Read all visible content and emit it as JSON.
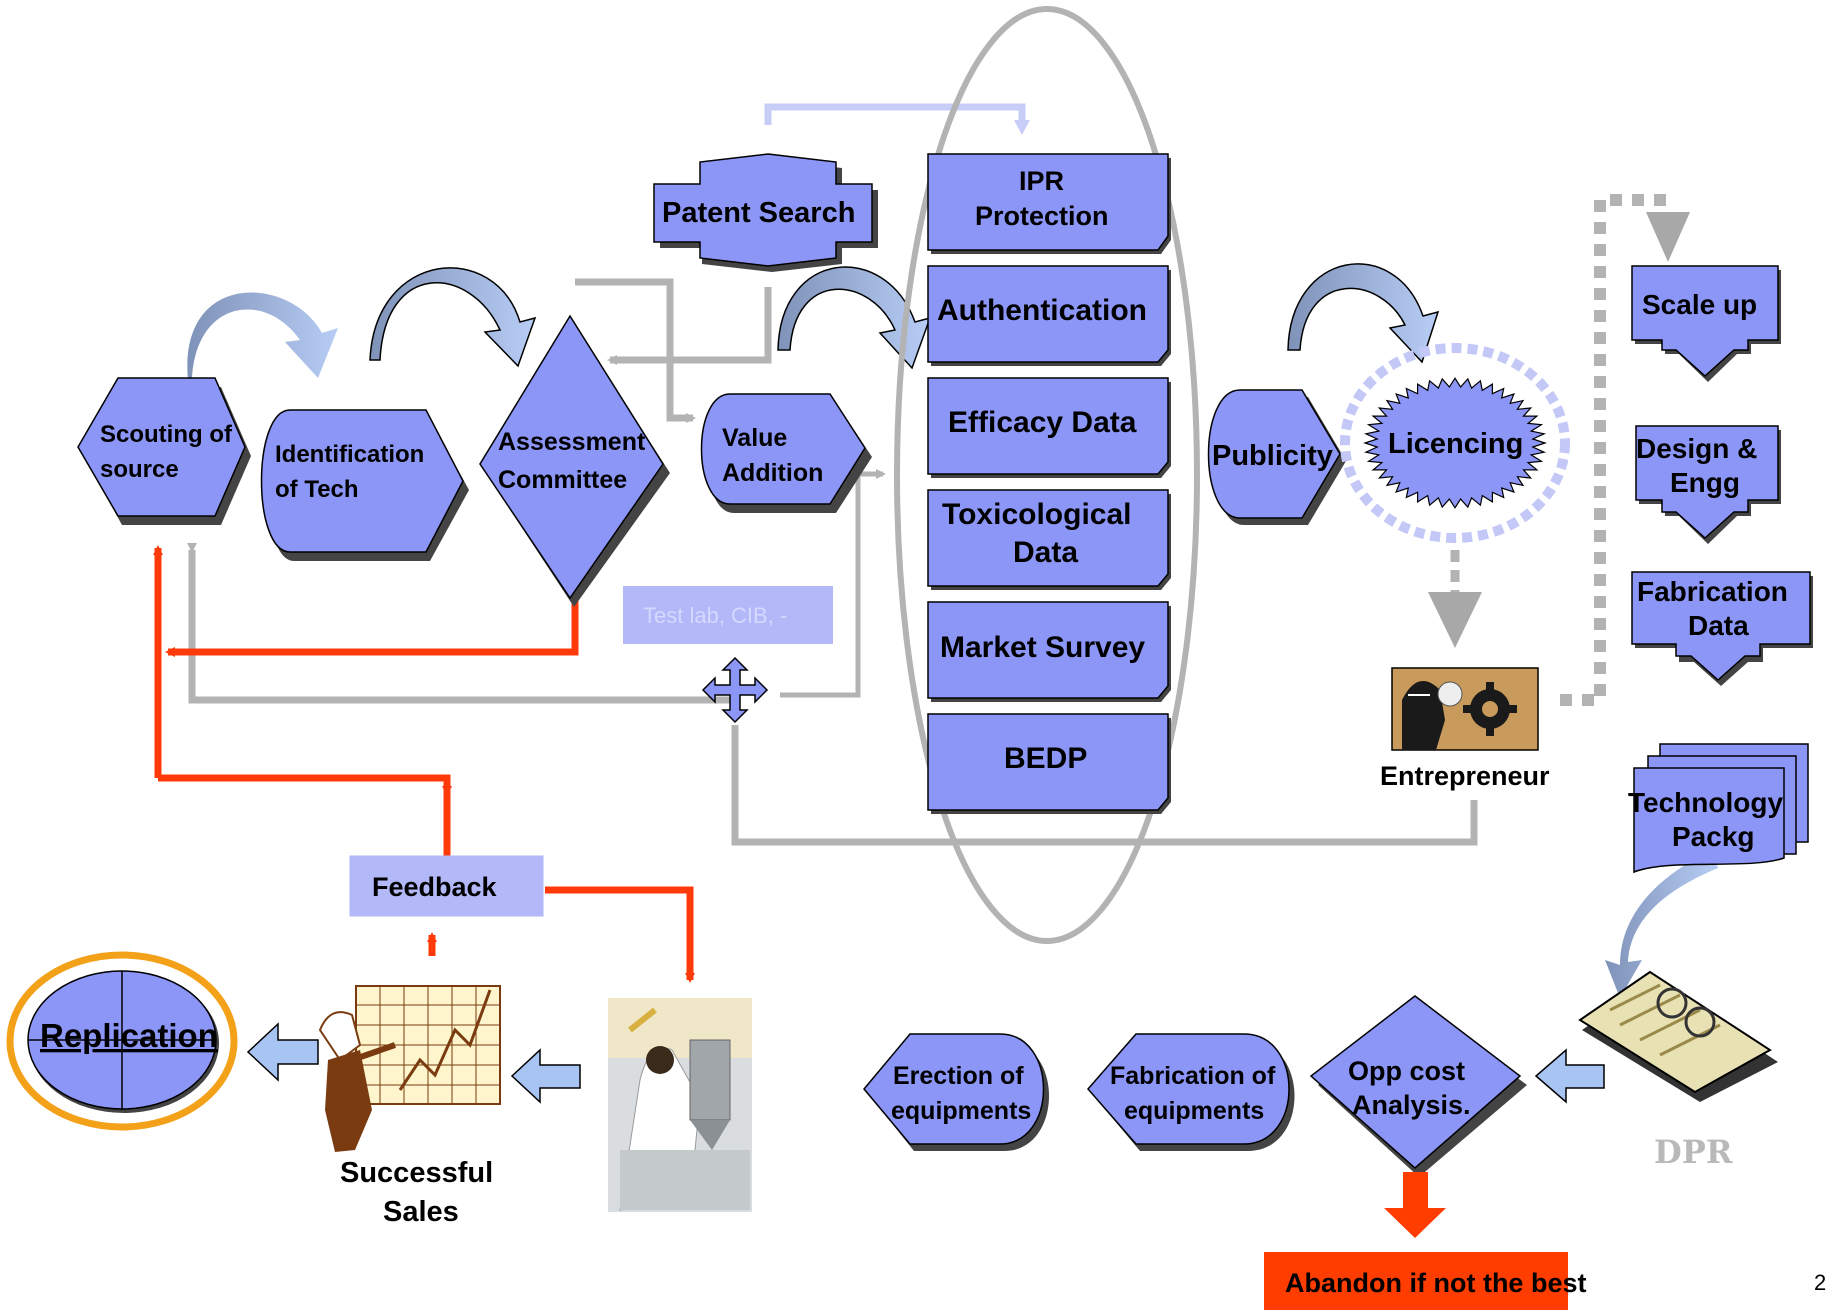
{
  "colors": {
    "shape_fill": "#8c96f7",
    "shape_stroke": "#000000",
    "shadow": "#444444",
    "flow_gray": "#b3b3b3",
    "feedback_red": "#ff3a0a",
    "light_arrow": "#a8c4f2",
    "replication_ring": "#f4a11a",
    "test_lab_fill": "#b2b8f8",
    "test_lab_text": "#d5d8ff",
    "dpr_text": "#b9b9b9",
    "abandon_fill": "#ff3d00"
  },
  "nodes": {
    "scouting": [
      "Scouting of",
      "source"
    ],
    "identification": [
      "Identification",
      "of Tech"
    ],
    "assessment": [
      "Assessment",
      "Committee"
    ],
    "patent_search": "Patent Search",
    "value_addition": [
      "Value",
      "Addition"
    ],
    "test_lab": "Test lab, CIB, -",
    "ipr": [
      "IPR",
      "Protection"
    ],
    "authentication": "Authentication",
    "efficacy": "Efficacy Data",
    "toxicological": [
      "Toxicological",
      "Data"
    ],
    "market_survey": "Market Survey",
    "bedp": "BEDP",
    "publicity": "Publicity",
    "licencing": "Licencing",
    "scale_up": "Scale up",
    "design_engg": [
      "Design &",
      "Engg"
    ],
    "fabrication_data": [
      "Fabrication",
      "Data"
    ],
    "entrepreneur": "Entrepreneur",
    "technology_packg": [
      "Technology",
      "Packg"
    ],
    "dpr": "DPR",
    "opp_cost": [
      "Opp cost",
      "Analysis."
    ],
    "fabrication_equip": [
      "Fabrication of",
      "equipments"
    ],
    "erection_equip": [
      "Erection of",
      "equipments"
    ],
    "abandon": "Abandon if not the best",
    "feedback": "Feedback",
    "successful_sales": [
      "Successful",
      "Sales"
    ],
    "replication": "Replication",
    "page_number": "2"
  },
  "icons": [
    "entrepreneur-gears-icon",
    "sales-chart-man-icon",
    "dpr-book-icon",
    "lab-worker-photo",
    "four-way-arrow-icon"
  ]
}
